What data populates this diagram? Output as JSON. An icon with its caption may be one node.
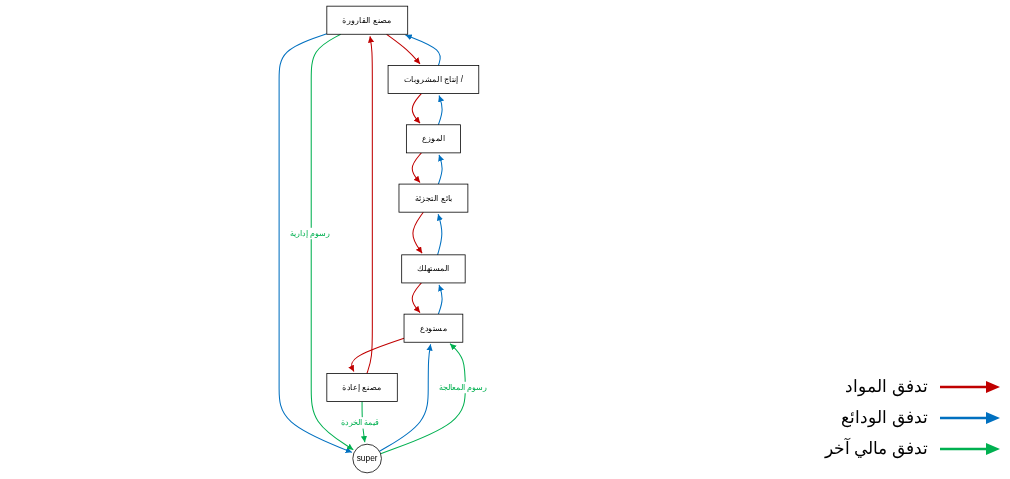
{
  "diagram": {
    "nodes": [
      {
        "text": [
          "مصنع  القارورة"
        ]
      },
      {
        "text": [
          "إنتاج المشروبات /"
        ]
      },
      {
        "text": [
          "الموزع"
        ]
      },
      {
        "text": [
          "بائع التجزئة"
        ]
      },
      {
        "text": [
          "super"
        ]
      },
      {
        "text": [
          "مصنع إعادة"
        ]
      },
      {
        "text": [
          "مستودع"
        ]
      },
      {
        "text": [
          "المستهلك"
        ]
      }
    ],
    "edges": [
      {
        "from": 0,
        "to": 1,
        "arrow": "to",
        "color": "#c00000"
      },
      {
        "from": 1,
        "to": 0,
        "arrow": "to",
        "color": "#0070c0"
      },
      {
        "from": 1,
        "to": 2,
        "arrow": "to",
        "color": "#c00000"
      },
      {
        "from": 2,
        "to": 1,
        "arrow": "to",
        "color": "#0070c0"
      },
      {
        "from": 2,
        "to": 3,
        "arrow": "to",
        "color": "#c00000"
      },
      {
        "from": 3,
        "to": 2,
        "arrow": "to",
        "color": "#0070c0"
      },
      {
        "from": 3,
        "to": 7,
        "arrow": "to",
        "color": "#c00000"
      },
      {
        "from": 7,
        "to": 3,
        "arrow": "to",
        "color": "#0070c0"
      },
      {
        "from": 7,
        "to": 6,
        "arrow": "to",
        "color": "#c00000"
      },
      {
        "from": 6,
        "to": 7,
        "arrow": "to",
        "color": "#0070c0"
      },
      {
        "from": 6,
        "to": 5,
        "arrow": "to",
        "color": "#c00000"
      },
      {
        "from": 5,
        "to": 0,
        "arrow": "to",
        "color": "#c00000"
      },
      {
        "from": 0,
        "to": 4,
        "arrow": "to",
        "color": "#0070c0"
      },
      {
        "from": 0,
        "to": 4,
        "label": "رسوم إدارية",
        "arrow": "to",
        "color": "#00b050"
      },
      {
        "from": 5,
        "to": 4,
        "label": "قيمة الخردة",
        "arrow": "to",
        "color": "#00b050"
      },
      {
        "from": 4,
        "to": 6,
        "arrow": "to",
        "color": "#0070c0"
      },
      {
        "from": 4,
        "to": 6,
        "label": "رسوم المعالجة",
        "arrow": "to",
        "color": "#00b050"
      }
    ],
    "legend": [
      {
        "text": "تدفق المواد",
        "color": "#c00000"
      },
      {
        "text": "تدفق الودائع",
        "color": "#0070c0"
      },
      {
        "text": "تدفق مالي آخر",
        "color": "#00b050"
      }
    ]
  }
}
